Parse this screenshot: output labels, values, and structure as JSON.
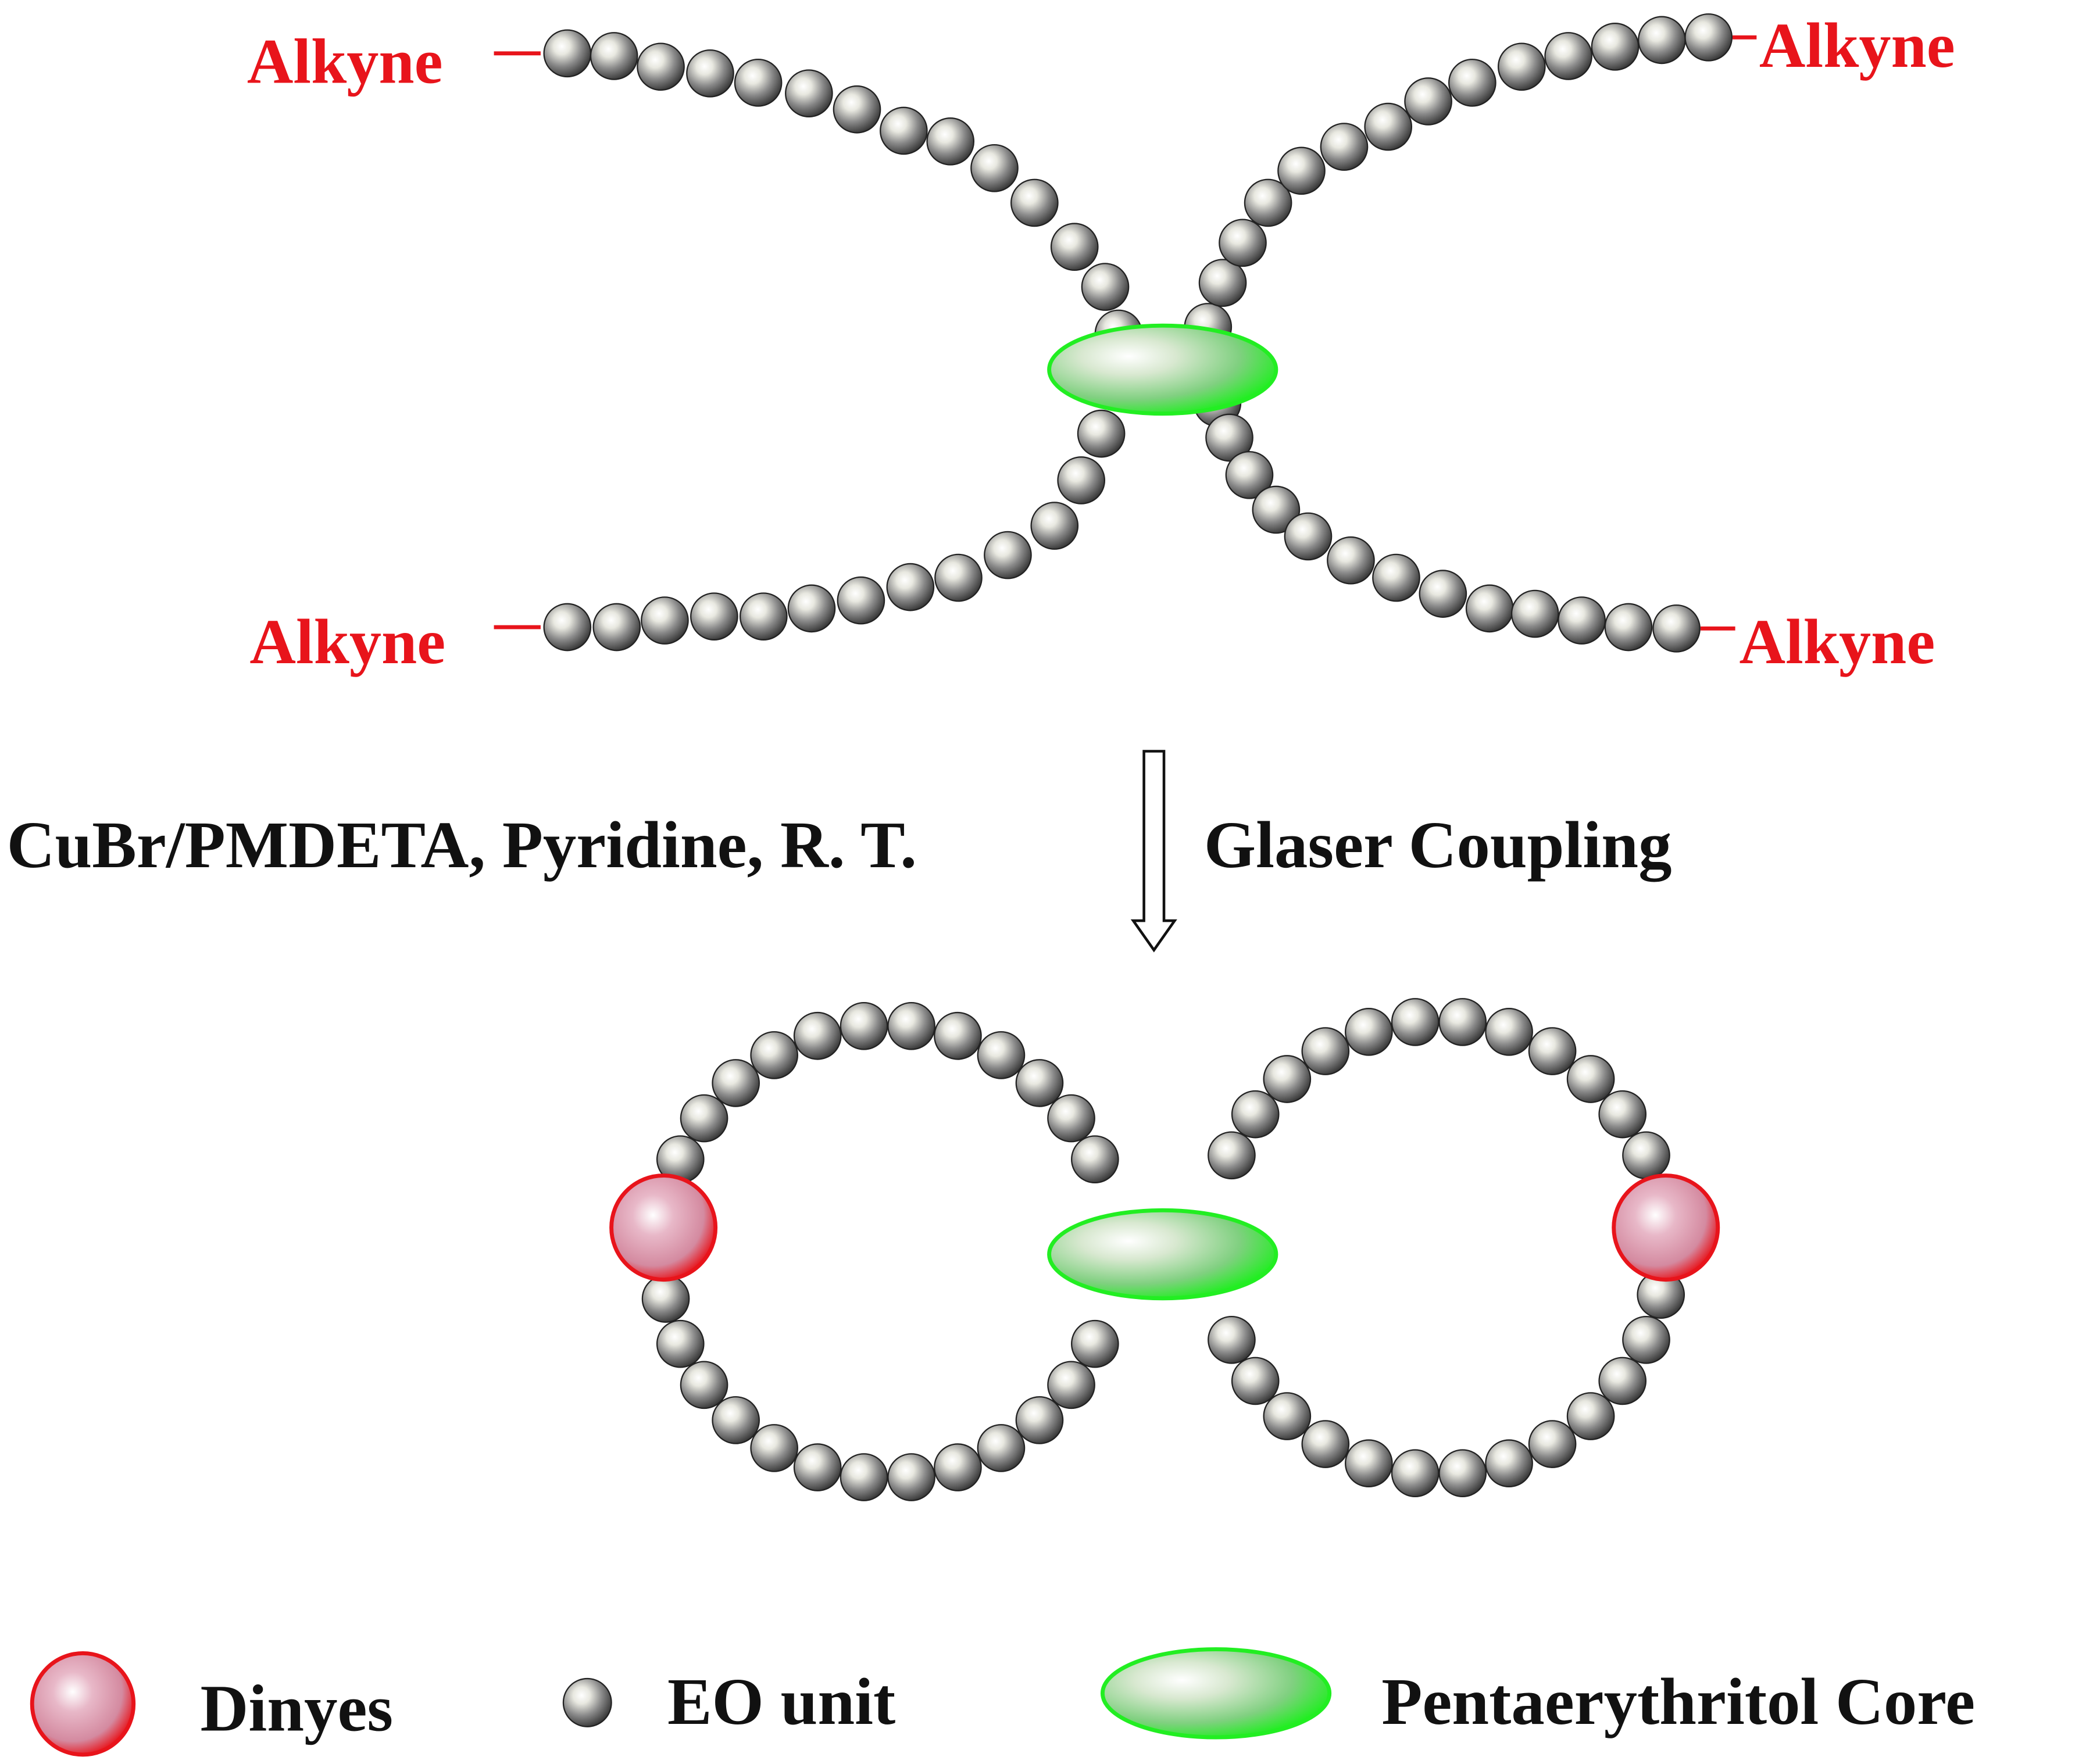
{
  "labels": {
    "alkyne_top_left": "Alkyne",
    "alkyne_top_right": "Alkyne",
    "alkyne_bottom_left": "Alkyne",
    "alkyne_bottom_right": "Alkyne"
  },
  "reaction": {
    "conditions": "CuBr/PMDETA, Pyridine, R. T.",
    "name": "Glaser Coupling"
  },
  "legend": {
    "dinyes": "Dinyes",
    "eo_unit": "EO unit",
    "core": "Pentaerythritol Core"
  },
  "colors": {
    "label_red": "#e8141b",
    "core_green": "#22ee22",
    "dinye_red": "#e8141b",
    "bead_gray": "#555555"
  }
}
